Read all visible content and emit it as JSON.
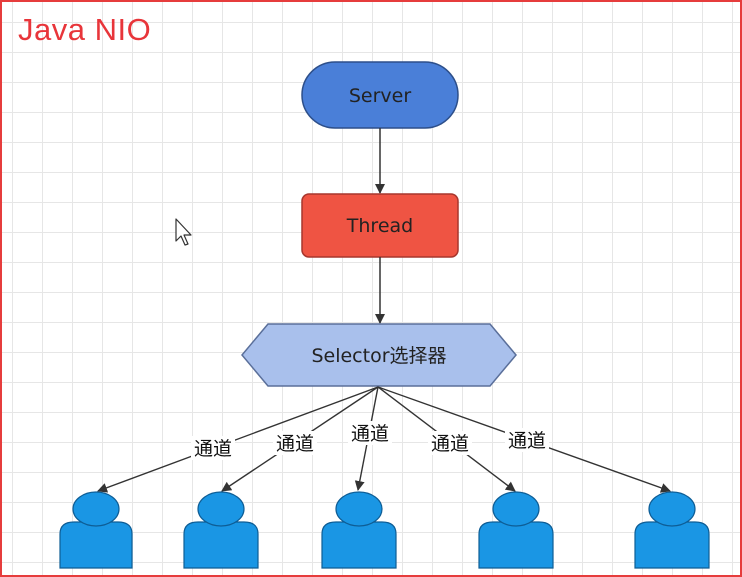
{
  "title": "Java NIO",
  "nodes": {
    "server": {
      "label": "Server",
      "fill": "#4a7fd8"
    },
    "thread": {
      "label": "Thread",
      "fill": "#ef5443"
    },
    "selector": {
      "label": "Selector选择器",
      "fill": "#a9c0ec"
    }
  },
  "channels": [
    {
      "label": "通道"
    },
    {
      "label": "通道"
    },
    {
      "label": "通道"
    },
    {
      "label": "通道"
    },
    {
      "label": "通道"
    }
  ],
  "client_color": "#1a96e4",
  "cursor_icon": "mouse-pointer-icon"
}
